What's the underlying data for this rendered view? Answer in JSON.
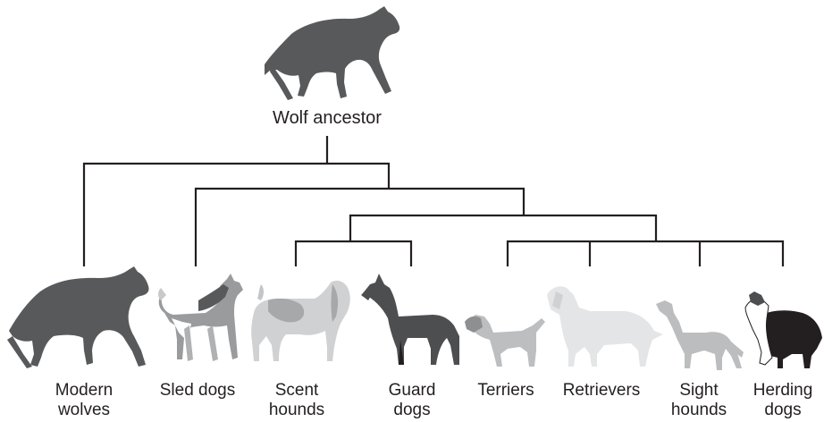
{
  "diagram": {
    "root": {
      "label": "Wolf ancestor",
      "icon": "wolf-icon",
      "color": "#58595b"
    },
    "leaves": [
      {
        "id": "modern-wolves",
        "label": "Modern\nwolves",
        "icon": "wolf-icon",
        "color": "#58595b"
      },
      {
        "id": "sled-dogs",
        "label": "Sled dogs",
        "icon": "husky-icon",
        "color": "#8a8b8d"
      },
      {
        "id": "scent-hounds",
        "label": "Scent\nhounds",
        "icon": "hound-icon",
        "color": "#c4c5c7"
      },
      {
        "id": "guard-dogs",
        "label": "Guard\ndogs",
        "icon": "doberman-icon",
        "color": "#4d4e50"
      },
      {
        "id": "terriers",
        "label": "Terriers",
        "icon": "terrier-icon",
        "color": "#b8b9bb"
      },
      {
        "id": "retrievers",
        "label": "Retrievers",
        "icon": "retriever-icon",
        "color": "#e2e3e4"
      },
      {
        "id": "sight-hounds",
        "label": "Sight\nhounds",
        "icon": "greyhound-icon",
        "color": "#bcbdbf"
      },
      {
        "id": "herding-dogs",
        "label": "Herding\ndogs",
        "icon": "collie-icon",
        "color": "#231f20"
      }
    ]
  }
}
